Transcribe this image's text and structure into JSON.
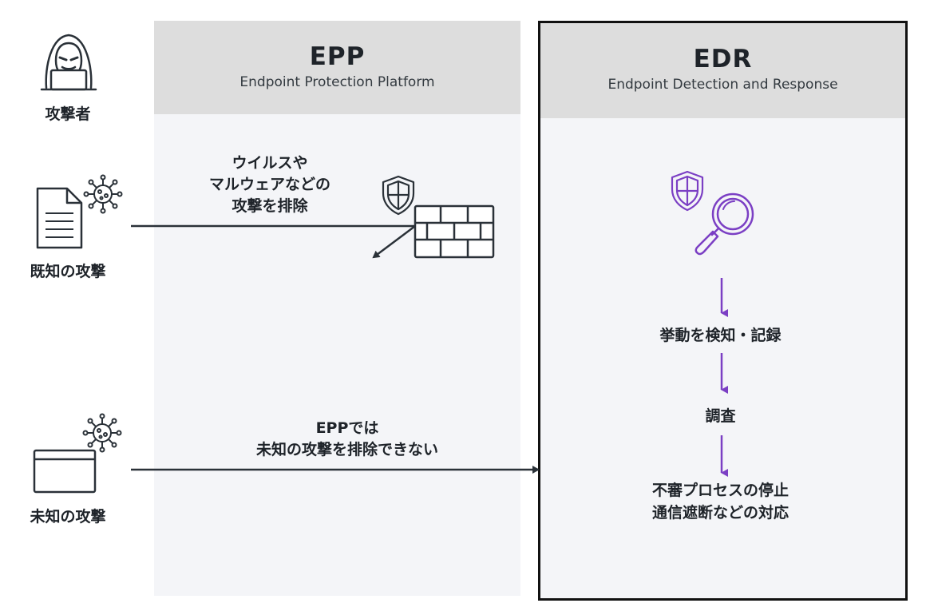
{
  "panels": {
    "epp": {
      "title": "EPP",
      "subtitle": "Endpoint Protection Platform"
    },
    "edr": {
      "title": "EDR",
      "subtitle": "Endpoint Detection and Response"
    }
  },
  "actors": {
    "attacker": {
      "label": "攻撃者",
      "icon": "hacker-icon"
    },
    "known_attack": {
      "label": "既知の攻撃",
      "icon": "document-icon"
    },
    "unknown_attack": {
      "label": "未知の攻撃",
      "icon": "window-icon"
    }
  },
  "epp_notes": {
    "blocked_line1": "ウイルスや",
    "blocked_line2": "マルウェアなどの",
    "blocked_line3": "攻撃を排除",
    "unknown_line1": "EPPでは",
    "unknown_line2": "未知の攻撃を排除できない"
  },
  "edr_flow": {
    "step1": "挙動を検知・記録",
    "step2": "調査",
    "step3_line1": "不審プロセスの停止",
    "step3_line2": "通信遮断などの対応"
  },
  "icons": [
    "hacker-icon",
    "document-icon",
    "virus-icon",
    "window-icon",
    "shield-icon",
    "firewall-icon",
    "magnifier-icon"
  ],
  "colors": {
    "accent": "#7b3fc4",
    "line": "#2a3138",
    "panel": "#f4f5f8",
    "header": "#dddddd"
  }
}
